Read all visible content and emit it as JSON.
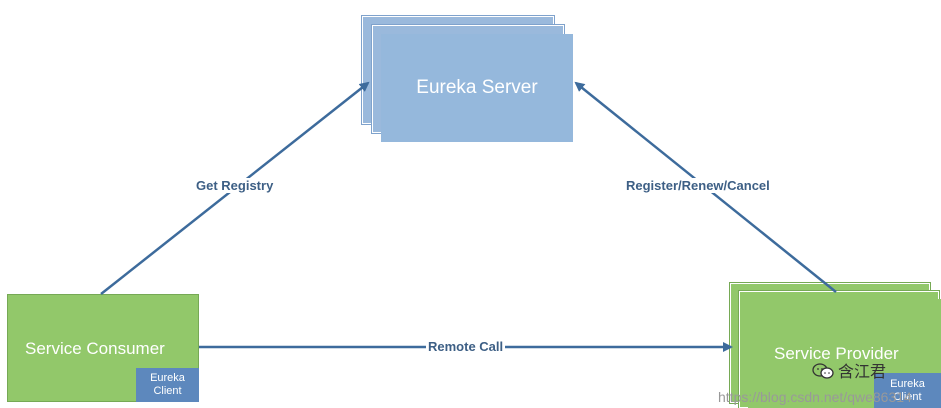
{
  "nodes": {
    "server": {
      "label": "Eureka Server"
    },
    "consumer": {
      "label": "Service Consumer",
      "client_line1": "Eureka",
      "client_line2": "Client"
    },
    "provider": {
      "label": "Service Provider",
      "client_line1": "Eureka",
      "client_line2": "Client"
    }
  },
  "edges": {
    "get_registry": "Get Registry",
    "register": "Register/Renew/Cancel",
    "remote_call": "Remote Call"
  },
  "watermark": {
    "name": "含江君",
    "url": "https://blog.csdn.net/qwe86314"
  },
  "colors": {
    "server": "#95b8dc",
    "service": "#92c86a",
    "client_tag": "#5d88bd",
    "arrow": "#3d6b9c"
  }
}
